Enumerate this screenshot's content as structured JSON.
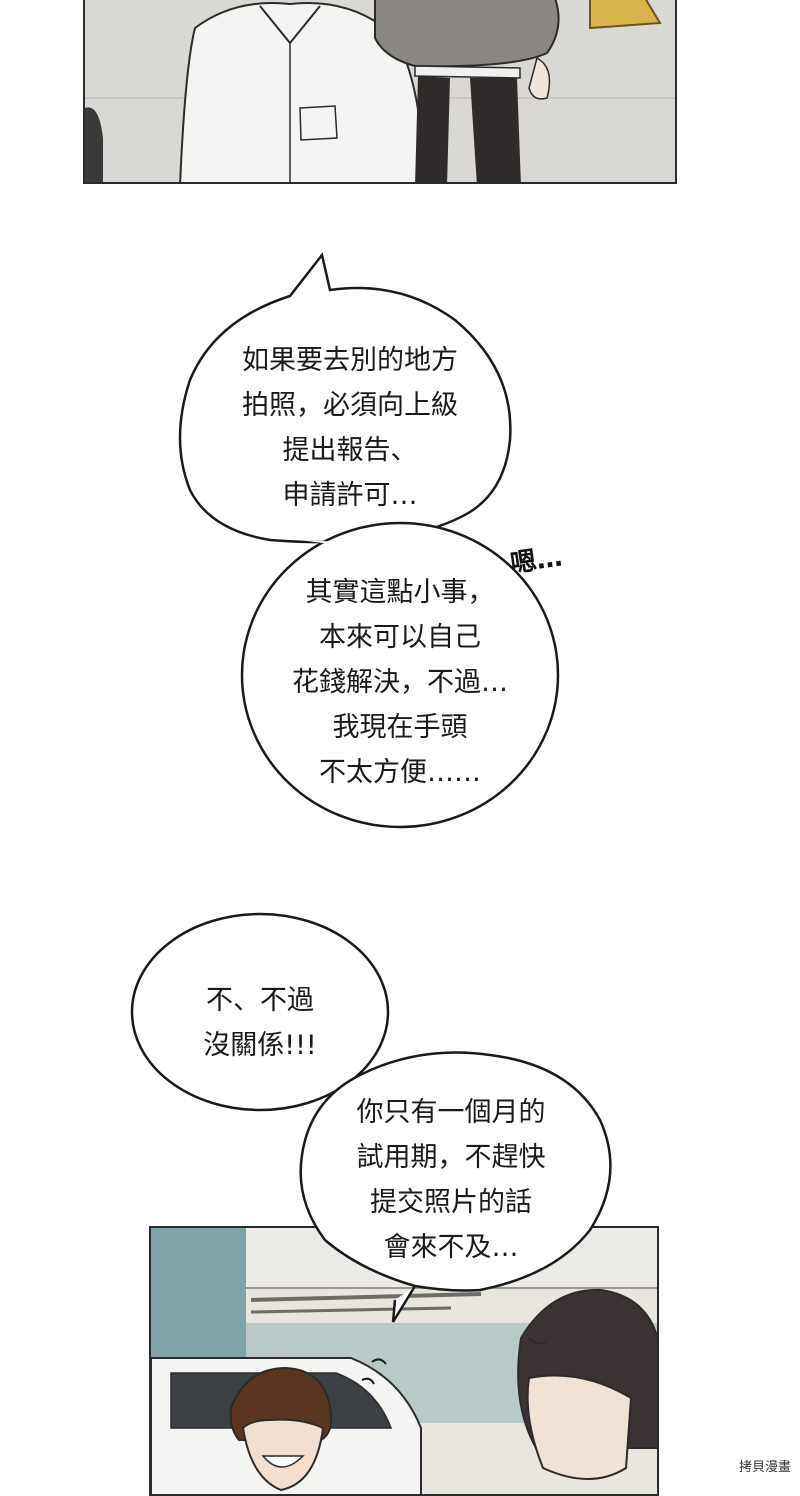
{
  "bubbles": {
    "b1": {
      "lines": "如果要去別的地方\n拍照，必須向上級\n提出報告、\n申請許可…"
    },
    "b2": {
      "lines": "其實這點小事，\n本來可以自己\n花錢解決，不過…\n我現在手頭\n不太方便……"
    },
    "b3": {
      "lines": "不、不過\n沒關係!!!"
    },
    "b4": {
      "lines": "你只有一個月的\n試用期，不趕快\n提交照片的話\n會來不及…"
    }
  },
  "sfx": {
    "hmm": "嗯…"
  },
  "watermark": "拷貝漫畫",
  "colors": {
    "ink": "#1a1a1a",
    "bubble_fill": "#ffffff",
    "panel_top_bg": "#d9d8d4",
    "panel_bottom_bg": "#e9e6df"
  }
}
